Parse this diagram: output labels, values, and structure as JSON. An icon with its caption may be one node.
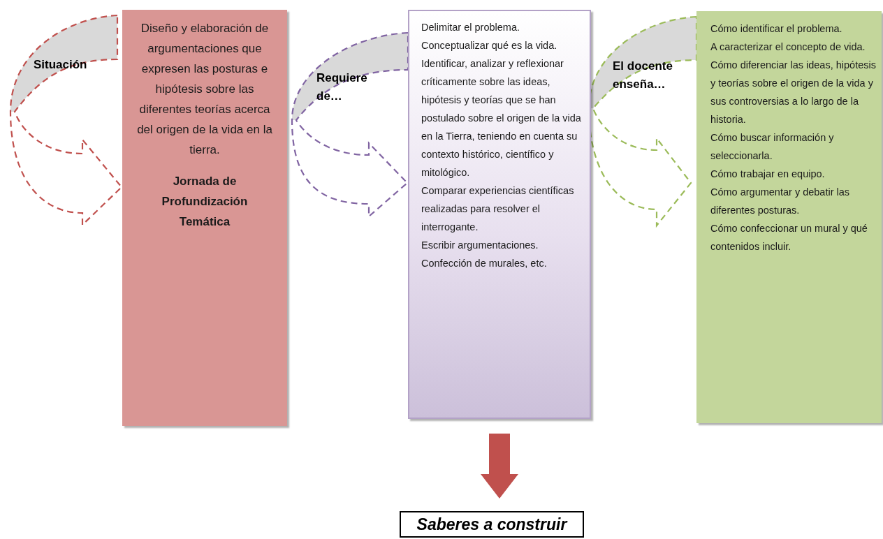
{
  "diagram": {
    "nodes": [
      {
        "text": [
          "Diseño y elaboración de argumentaciones que expresen las posturas e hipótesis sobre las diferentes teorías acerca del origen de la vida en la tierra.",
          "Jornada de Profundización Temática"
        ]
      },
      {
        "text": [
          "Delimitar el problema.",
          "Conceptualizar qué es la vida.",
          "Identificar, analizar y reflexionar críticamente sobre las ideas, hipótesis y teorías que se han postulado sobre el origen de la vida en la Tierra, teniendo en cuenta su contexto histórico, científico y mitológico.",
          "Comparar experiencias científicas realizadas para resolver el interrogante.",
          "Escribir argumentaciones.",
          "Confección de murales, etc."
        ]
      },
      {
        "text": [
          "Cómo identificar el problema.",
          "A caracterizar el concepto de vida.",
          "Cómo diferenciar las ideas, hipótesis y teorías sobre el origen de la vida y sus controversias a lo largo de la historia.",
          "Cómo buscar información y seleccionarla.",
          "Cómo trabajar en equipo.",
          "Cómo argumentar y debatir las diferentes posturas.",
          "Cómo confeccionar un mural y qué contenidos incluir."
        ]
      },
      {
        "text": [
          "Saberes a construir"
        ]
      }
    ],
    "edges": [
      {
        "from": null,
        "to": 0,
        "arrow": "to",
        "label": "Situación",
        "style": "dashed",
        "color": "#c0504d"
      },
      {
        "from": null,
        "to": 1,
        "arrow": "to",
        "label": "Requiere de…",
        "style": "dashed",
        "color": "#8064a2"
      },
      {
        "from": null,
        "to": 2,
        "arrow": "to",
        "label": "El docente enseña…",
        "style": "dashed",
        "color": "#9bbb59"
      },
      {
        "from": 1,
        "to": 3,
        "arrow": "to",
        "style": "thick",
        "color": "#c0504d"
      }
    ]
  }
}
